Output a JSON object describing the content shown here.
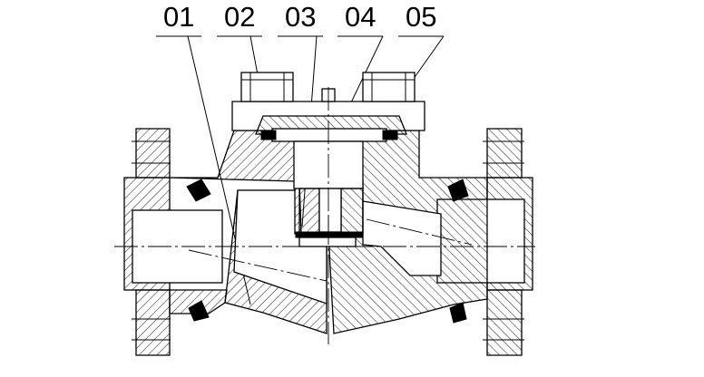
{
  "diagram": {
    "callouts": [
      {
        "id": "01",
        "label": "01"
      },
      {
        "id": "02",
        "label": "02"
      },
      {
        "id": "03",
        "label": "03"
      },
      {
        "id": "04",
        "label": "04"
      },
      {
        "id": "05",
        "label": "05"
      }
    ]
  }
}
